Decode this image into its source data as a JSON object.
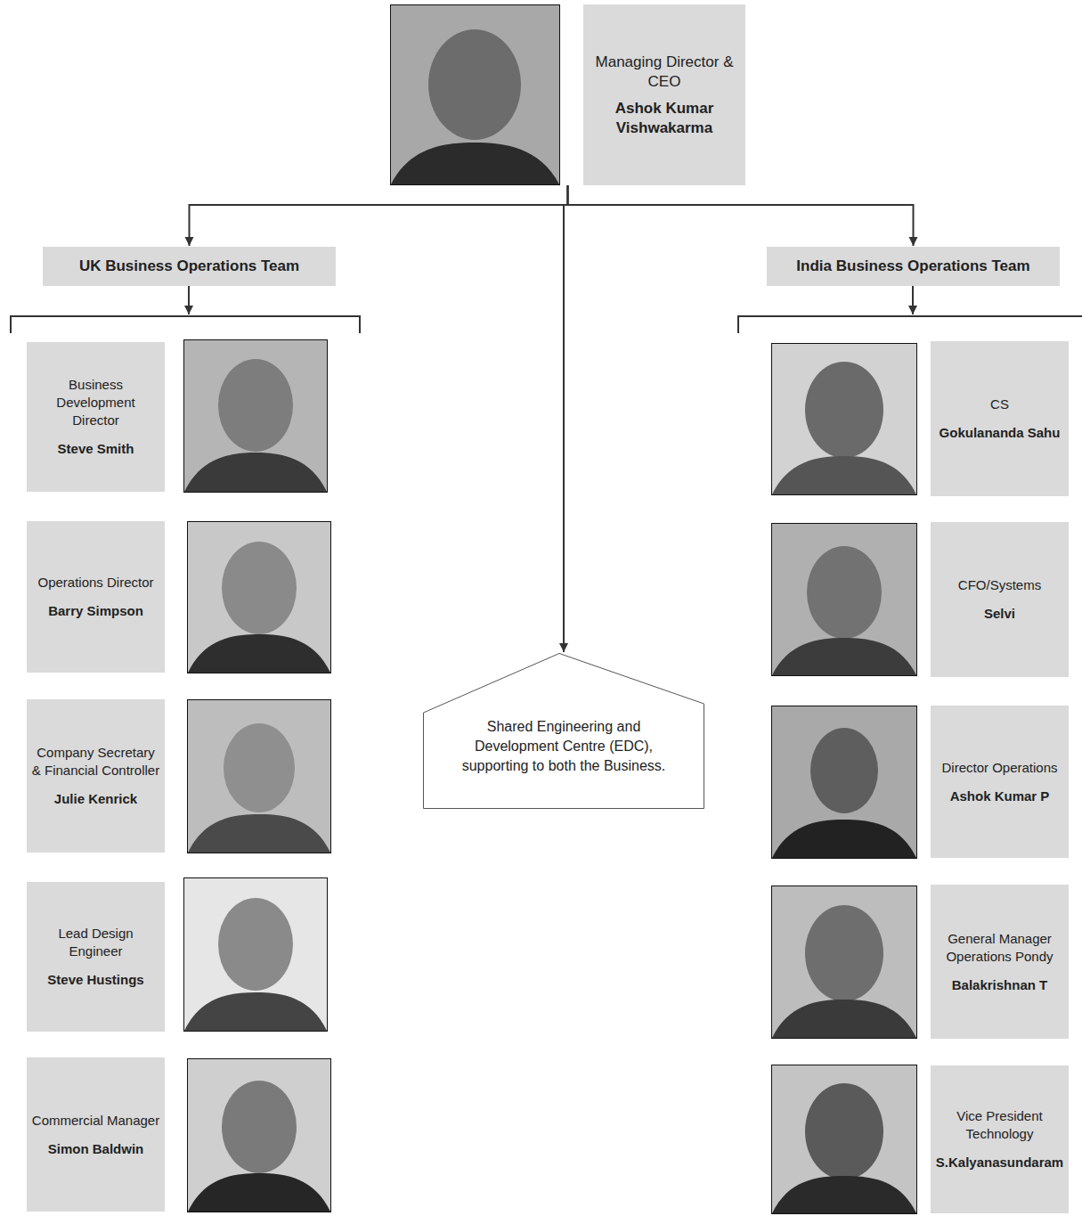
{
  "diagram": {
    "nodes": [
      {
        "text": [
          "Managing Director & CEO",
          "Ashok Kumar Vishwakarma"
        ]
      },
      {
        "text": [
          "UK Business Operations Team"
        ]
      },
      {
        "text": [
          "India Business Operations Team"
        ]
      },
      {
        "text": [
          "Business Development Director",
          "Steve Smith"
        ]
      },
      {
        "text": [
          "Operations Director",
          "Barry Simpson"
        ]
      },
      {
        "text": [
          "Company Secretary & Financial Controller",
          "Julie Kenrick"
        ]
      },
      {
        "text": [
          "Lead Design Engineer",
          "Steve Hustings"
        ]
      },
      {
        "text": [
          "Commercial Manager",
          "Simon Baldwin"
        ]
      },
      {
        "text": [
          "Shared Engineering and Development Centre (EDC), supporting to both the Business."
        ]
      },
      {
        "text": [
          "CS",
          "Gokulananda Sahu"
        ]
      },
      {
        "text": [
          "CFO/Systems",
          "Selvi"
        ]
      },
      {
        "text": [
          "Director Operations",
          "Ashok Kumar P"
        ]
      },
      {
        "text": [
          "General Manager Operations Pondy",
          "Balakrishnan T"
        ]
      },
      {
        "text": [
          "Vice President Technology",
          "S.Kalyanasundaram"
        ]
      }
    ],
    "edges": [
      {
        "from": 0,
        "to": 1,
        "arrow": "to"
      },
      {
        "from": 0,
        "to": 8,
        "arrow": "to"
      },
      {
        "from": 0,
        "to": 2,
        "arrow": "to"
      }
    ]
  }
}
